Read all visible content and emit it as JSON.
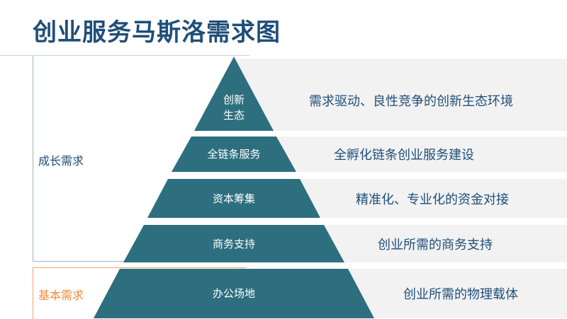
{
  "title": "创业服务马斯洛需求图",
  "groups": {
    "growth": "成长需求",
    "basic": "基本需求"
  },
  "levels": [
    {
      "label_line1": "创新",
      "label_line2": "生态",
      "desc": "需求驱动、良性竞争的创新生态环境"
    },
    {
      "label": "全链条服务",
      "desc": "全孵化链条创业服务建设"
    },
    {
      "label": "资本筹集",
      "desc": "精准化、专业化的资金对接"
    },
    {
      "label": "商务支持",
      "desc": "创业所需的商务支持"
    },
    {
      "label": "办公场地",
      "desc": "创业所需的物理载体"
    }
  ],
  "colors": {
    "pyramid_fill": "#2d6f7f",
    "title": "#1f4e79",
    "growth_label": "#1f4e79",
    "basic_label": "#f08a3c",
    "desc_text": "#1f4e79"
  }
}
